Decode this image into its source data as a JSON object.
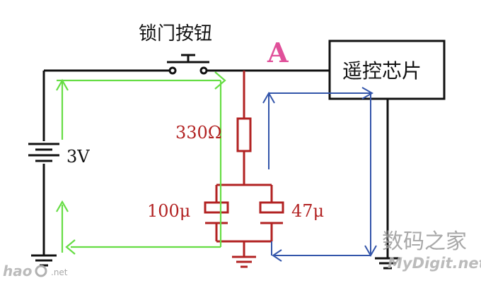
{
  "labels": {
    "lock_button": "锁门按钮",
    "node_a": "A",
    "chip": "遥控芯片",
    "battery_voltage": "3V",
    "resistor": "330Ω",
    "cap_left": "100μ",
    "cap_right": "47μ"
  },
  "watermarks": {
    "left": "hao",
    "left_suffix": ".net",
    "right_cn": "数码之家",
    "right_en": "MyDigit.net"
  },
  "colors": {
    "wire": "#111111",
    "red_branch": "#b22222",
    "green_path": "#66dd44",
    "blue_path": "#3355aa",
    "node_label": "#e0509a"
  }
}
